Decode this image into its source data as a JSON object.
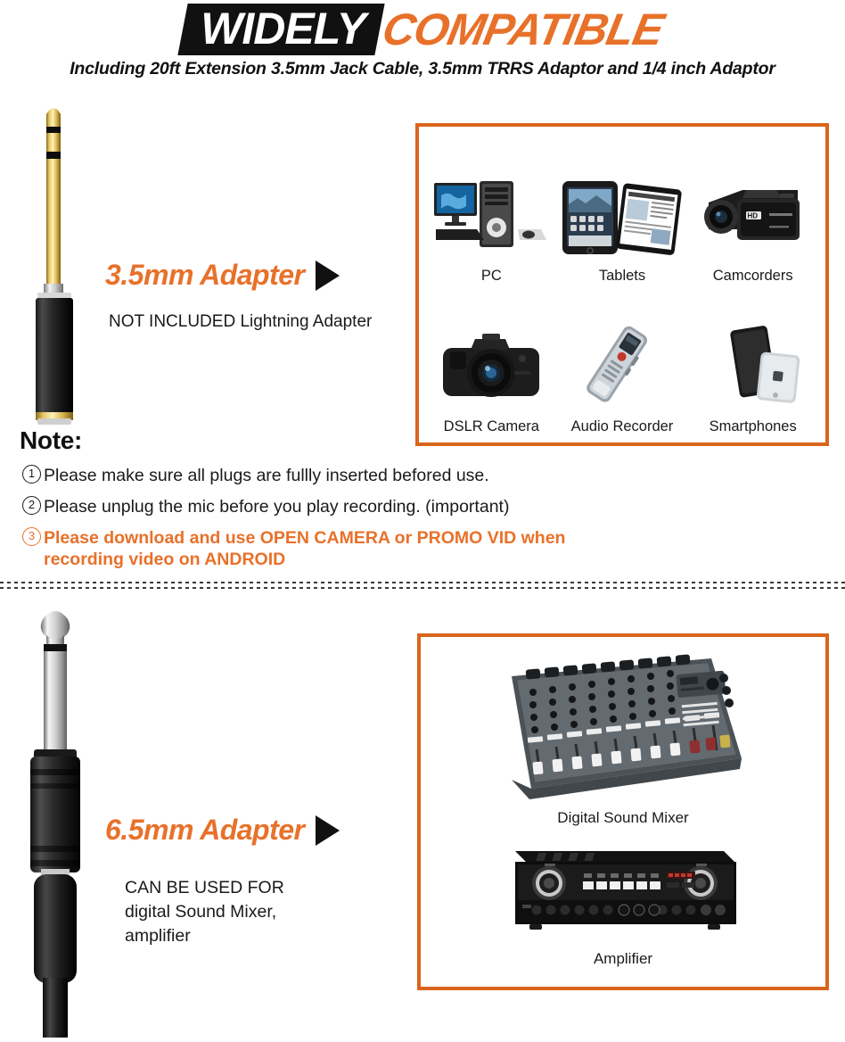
{
  "header": {
    "title_word_1": "WIDELY",
    "title_word_2": "COMPATIBLE",
    "subtitle": "Including 20ft Extension 3.5mm Jack Cable, 3.5mm TRRS Adaptor and 1/4 inch Adaptor"
  },
  "colors": {
    "accent_orange": "#E8712A",
    "box_border": "#D9651C",
    "title_box": "#111111",
    "text": "#1a1a1a"
  },
  "section_top": {
    "adapter_title": "3.5mm Adapter",
    "adapter_note": "NOT INCLUDED Lightning Adapter",
    "arrow_icon": "triangle-right-icon",
    "plug_icon": "3.5mm-trs-plug-icon",
    "devices": [
      {
        "label": "PC",
        "icon": "desktop-computer-icon"
      },
      {
        "label": "Tablets",
        "icon": "tablet-icon"
      },
      {
        "label": "Camcorders",
        "icon": "camcorder-icon"
      },
      {
        "label": "DSLR Camera",
        "icon": "dslr-camera-icon"
      },
      {
        "label": "Audio Recorder",
        "icon": "audio-recorder-icon"
      },
      {
        "label": "Smartphones",
        "icon": "smartphone-icon"
      }
    ]
  },
  "note": {
    "heading": "Note:",
    "items": [
      {
        "num": "1",
        "text": "Please make sure all plugs are fullly inserted befored use.",
        "accent": false
      },
      {
        "num": "2",
        "text": "Please unplug the mic before you play recording. (important)",
        "accent": false
      },
      {
        "num": "3",
        "text": "Please download and use OPEN CAMERA or PROMO VID when recording video on ANDROID",
        "accent": true
      }
    ]
  },
  "section_bottom": {
    "adapter_title": "6.5mm Adapter",
    "adapter_note_line1": "CAN BE USED FOR",
    "adapter_note_line2": "digital Sound Mixer,",
    "adapter_note_line3": "amplifier",
    "arrow_icon": "triangle-right-icon",
    "plug_icon": "6.5mm-ts-plug-icon",
    "gear": [
      {
        "label": "Digital Sound Mixer",
        "icon": "sound-mixer-icon"
      },
      {
        "label": "Amplifier",
        "icon": "amplifier-icon"
      }
    ]
  }
}
